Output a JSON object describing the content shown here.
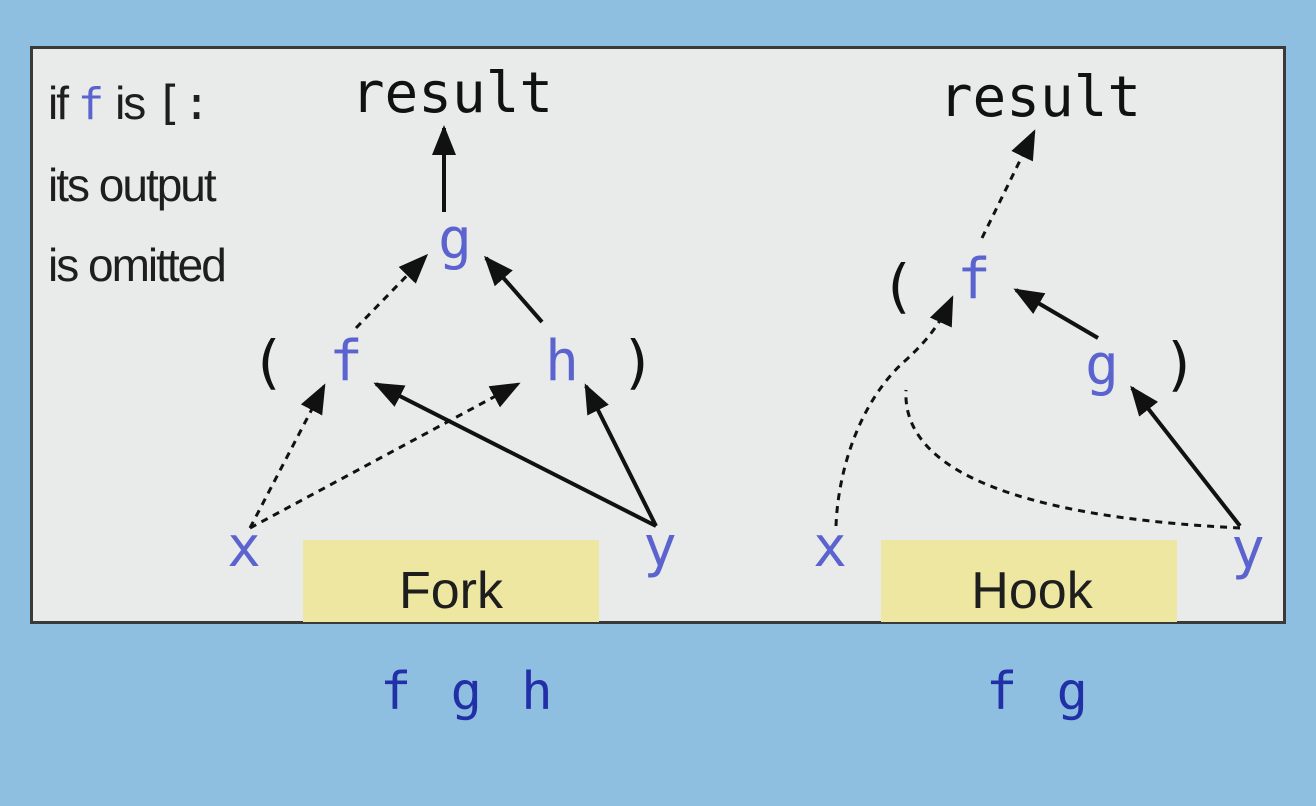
{
  "note": {
    "line1_prefix": "if",
    "line1_f": "f",
    "line1_is": "is",
    "line1_bracket": "[:",
    "line2": "its output",
    "line3": "is omitted"
  },
  "fork": {
    "result": "result",
    "g": "g",
    "f": "f",
    "h": "h",
    "open_paren": "(",
    "close_paren": ")",
    "x": "x",
    "y": "y",
    "label": "Fork",
    "caption": "f g h"
  },
  "hook": {
    "result": "result",
    "f": "f",
    "g": "g",
    "open_paren": "(",
    "close_paren": ")",
    "x": "x",
    "y": "y",
    "label": "Hook",
    "caption": "f g"
  },
  "colors": {
    "background": "#8fbfe0",
    "panel": "#e9eaea",
    "verb": "#5b63cf",
    "label_box": "#ede7a2",
    "caption": "#2230a8",
    "text": "#1e1e1e"
  }
}
